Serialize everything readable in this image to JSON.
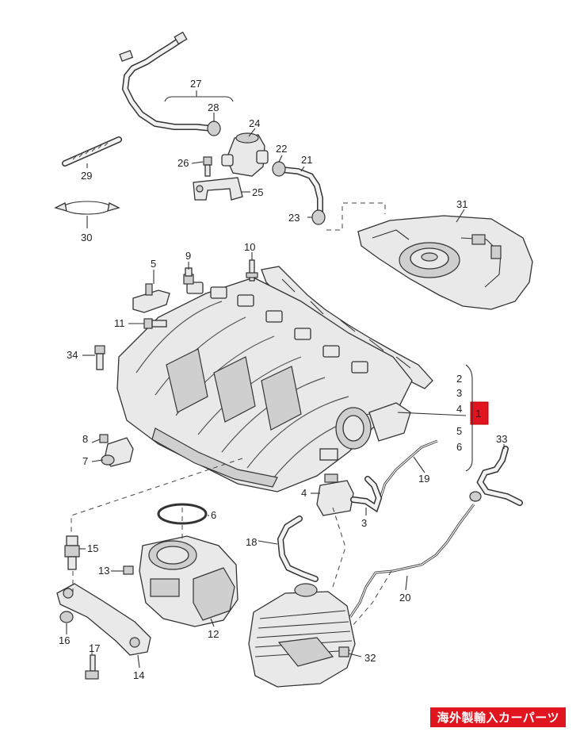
{
  "parts": [
    {
      "id": "label-1",
      "text": "1"
    },
    {
      "id": "label-2",
      "text": "2"
    },
    {
      "id": "label-3a",
      "text": "3"
    },
    {
      "id": "label-3b",
      "text": "3"
    },
    {
      "id": "label-4a",
      "text": "4"
    },
    {
      "id": "label-4b",
      "text": "4"
    },
    {
      "id": "label-5a",
      "text": "5"
    },
    {
      "id": "label-5b",
      "text": "5"
    },
    {
      "id": "label-6a",
      "text": "6"
    },
    {
      "id": "label-6b",
      "text": "6"
    },
    {
      "id": "label-7",
      "text": "7"
    },
    {
      "id": "label-8",
      "text": "8"
    },
    {
      "id": "label-9",
      "text": "9"
    },
    {
      "id": "label-10",
      "text": "10"
    },
    {
      "id": "label-11",
      "text": "11"
    },
    {
      "id": "label-12",
      "text": "12"
    },
    {
      "id": "label-13",
      "text": "13"
    },
    {
      "id": "label-14",
      "text": "14"
    },
    {
      "id": "label-15",
      "text": "15"
    },
    {
      "id": "label-16",
      "text": "16"
    },
    {
      "id": "label-17",
      "text": "17"
    },
    {
      "id": "label-18",
      "text": "18"
    },
    {
      "id": "label-19",
      "text": "19"
    },
    {
      "id": "label-20",
      "text": "20"
    },
    {
      "id": "label-21",
      "text": "21"
    },
    {
      "id": "label-22",
      "text": "22"
    },
    {
      "id": "label-23",
      "text": "23"
    },
    {
      "id": "label-24",
      "text": "24"
    },
    {
      "id": "label-25",
      "text": "25"
    },
    {
      "id": "label-26",
      "text": "26"
    },
    {
      "id": "label-27",
      "text": "27"
    },
    {
      "id": "label-28",
      "text": "28"
    },
    {
      "id": "label-29",
      "text": "29"
    },
    {
      "id": "label-30",
      "text": "30"
    },
    {
      "id": "label-31",
      "text": "31"
    },
    {
      "id": "label-32",
      "text": "32"
    },
    {
      "id": "label-33",
      "text": "33"
    },
    {
      "id": "label-34",
      "text": "34"
    }
  ],
  "brand_text": "海外製輸入カーパーツ",
  "colors": {
    "highlight": "#e0151f",
    "ink": "#333333",
    "background": "#ffffff"
  }
}
